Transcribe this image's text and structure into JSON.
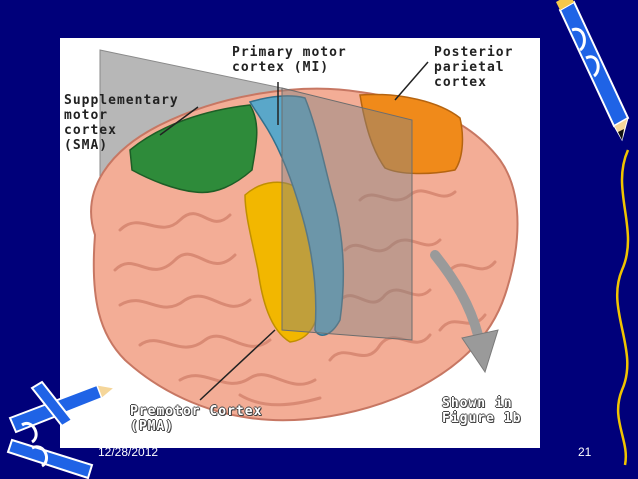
{
  "labels": {
    "primary_motor_1": "Primary motor",
    "primary_motor_2": "cortex (MI)",
    "posterior_1": "Posterior",
    "posterior_2": "parietal",
    "posterior_3": "cortex",
    "sma_1": "Supplementary",
    "sma_2": "motor",
    "sma_3": "cortex",
    "sma_4": "(SMA)",
    "premotor_1": "Premotor Cortex",
    "premotor_2": "(PMA)",
    "shown_1": "Shown in",
    "shown_2": "Figure 1b"
  },
  "footer": {
    "date": "12/28/2012",
    "page": "21"
  },
  "colors": {
    "background": "#00007a",
    "brain": "#f2a88f",
    "sma": "#2e8b3a",
    "primary_motor": "#5aa7c9",
    "premotor": "#f2b700",
    "posterior_parietal": "#f08a1a",
    "plane": "#9a9a9a"
  },
  "icons": [
    "pencil-icon-top-right",
    "pencils-icon-bottom-left"
  ]
}
